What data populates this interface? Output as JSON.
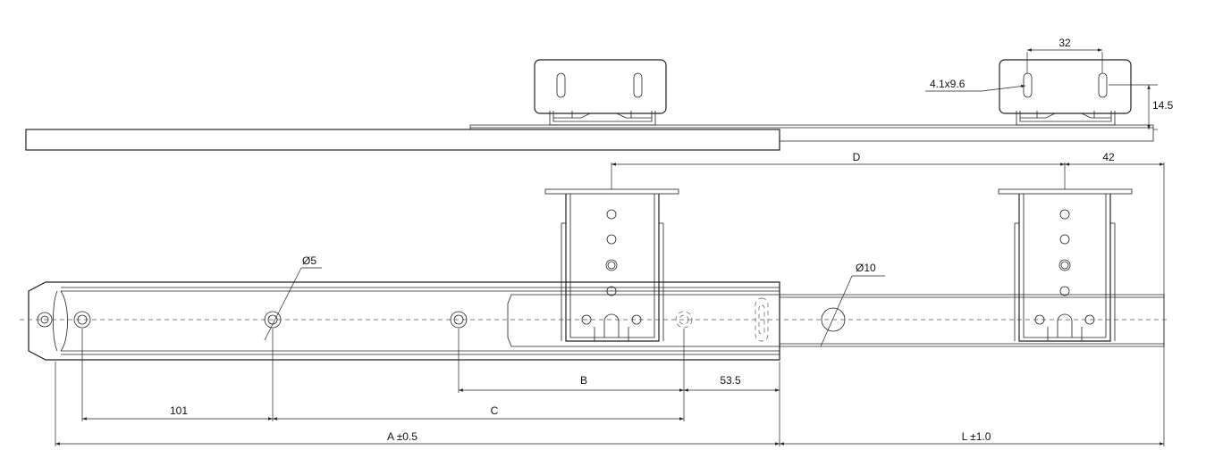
{
  "dimensions": {
    "d32": "32",
    "slot": "4.1x9.6",
    "h14_5": "14.5",
    "D": "D",
    "d42": "42",
    "dia5": "Ø5",
    "dia10": "Ø10",
    "B": "B",
    "d53_5": "53.5",
    "d101": "101",
    "C": "C",
    "A": "A ±0.5",
    "L": "L ±1.0"
  }
}
